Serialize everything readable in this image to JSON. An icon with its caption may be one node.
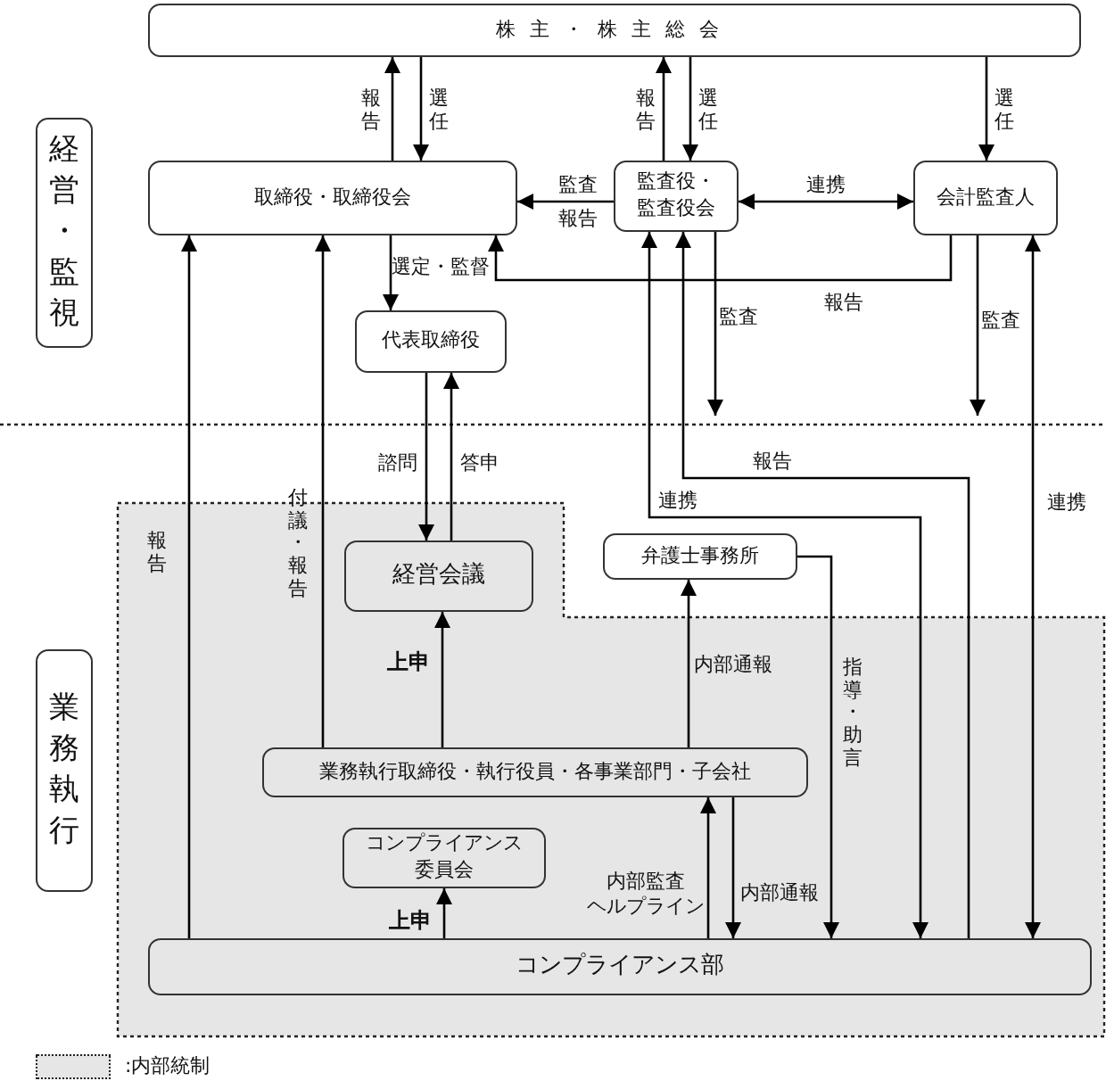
{
  "diagram": {
    "nodes": [
      {
        "text": [
          "株主・株主総会"
        ]
      },
      {
        "text": [
          "取締役・取締役会"
        ]
      },
      {
        "text": [
          "監査役・監査役会"
        ]
      },
      {
        "text": [
          "会計監査人"
        ]
      },
      {
        "text": [
          "代表取締役"
        ]
      },
      {
        "text": [
          "経営会議"
        ]
      },
      {
        "text": [
          "弁護士事務所"
        ]
      },
      {
        "text": [
          "業務執行取締役・執行役員・各事業部門・子会社"
        ]
      },
      {
        "text": [
          "コンプライアンス委員会"
        ]
      },
      {
        "text": [
          "コンプライアンス部"
        ]
      },
      {
        "text": [
          "経営・監視"
        ]
      },
      {
        "text": [
          "業務執行"
        ]
      }
    ],
    "edges": [
      {
        "from": 1,
        "to": 0,
        "arrow": "to",
        "label": "報告"
      },
      {
        "from": 0,
        "to": 1,
        "arrow": "to",
        "label": "選任"
      },
      {
        "from": 2,
        "to": 0,
        "arrow": "to",
        "label": "報告"
      },
      {
        "from": 0,
        "to": 2,
        "arrow": "to",
        "label": "選任"
      },
      {
        "from": 0,
        "to": 3,
        "arrow": "to",
        "label": "選任"
      },
      {
        "from": 2,
        "to": 1,
        "arrow": "to",
        "label": "監査"
      },
      {
        "from": 2,
        "to": 3,
        "arrow": "both",
        "label": "連携"
      },
      {
        "from": 3,
        "to": 1,
        "arrow": "to",
        "label": "報告"
      },
      {
        "from": 1,
        "to": 4,
        "arrow": "to",
        "label": "選定・監督"
      },
      {
        "from": 4,
        "to": 5,
        "arrow": "to",
        "label": "諮問"
      },
      {
        "from": 5,
        "to": 4,
        "arrow": "to",
        "label": "答申"
      },
      {
        "from": 2,
        "to": null,
        "arrow": "to",
        "label": "監査"
      },
      {
        "from": 3,
        "to": null,
        "arrow": "to",
        "label": "監査"
      },
      {
        "from": 9,
        "to": 1,
        "arrow": "to",
        "label": "報告"
      },
      {
        "from": 7,
        "to": 1,
        "arrow": "to",
        "label": "付議・報告"
      },
      {
        "from": 2,
        "to": 9,
        "arrow": "both",
        "label": "連携"
      },
      {
        "from": 9,
        "to": 2,
        "arrow": "to",
        "label": "報告"
      },
      {
        "from": 3,
        "to": 9,
        "arrow": "both",
        "label": "連携"
      },
      {
        "from": 7,
        "to": 6,
        "arrow": "to",
        "label": "内部通報"
      },
      {
        "from": 6,
        "to": 9,
        "arrow": "to",
        "label": "指導・助言"
      },
      {
        "from": 7,
        "to": 5,
        "arrow": "to",
        "label": "上申"
      },
      {
        "from": 9,
        "to": 8,
        "arrow": "to",
        "label": "上申"
      },
      {
        "from": 9,
        "to": 7,
        "arrow": "to",
        "label": "内部監査ヘルプライン"
      },
      {
        "from": 7,
        "to": 9,
        "arrow": "to",
        "label": "内部通報"
      }
    ],
    "labels": [
      "報告"
    ],
    "legend": [
      {
        "text": ":内部統制",
        "color": "#e6e6e6"
      }
    ]
  }
}
